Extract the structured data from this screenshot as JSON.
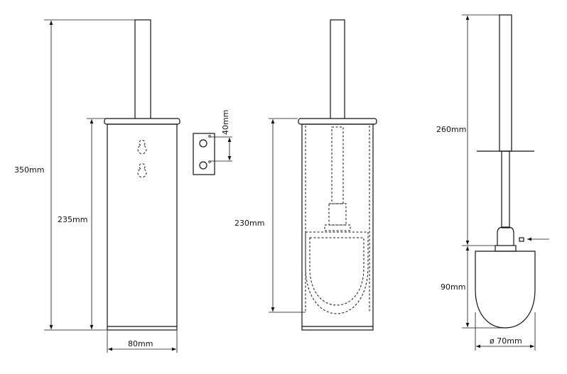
{
  "dimensions": {
    "total_height": "350mm",
    "holder_height": "235mm",
    "holder_width": "80mm",
    "bracket_hole_spacing": "40mm",
    "inner_height": "230mm",
    "handle_length": "260mm",
    "brush_head_height": "90mm",
    "brush_diameter": "ø 70mm"
  }
}
